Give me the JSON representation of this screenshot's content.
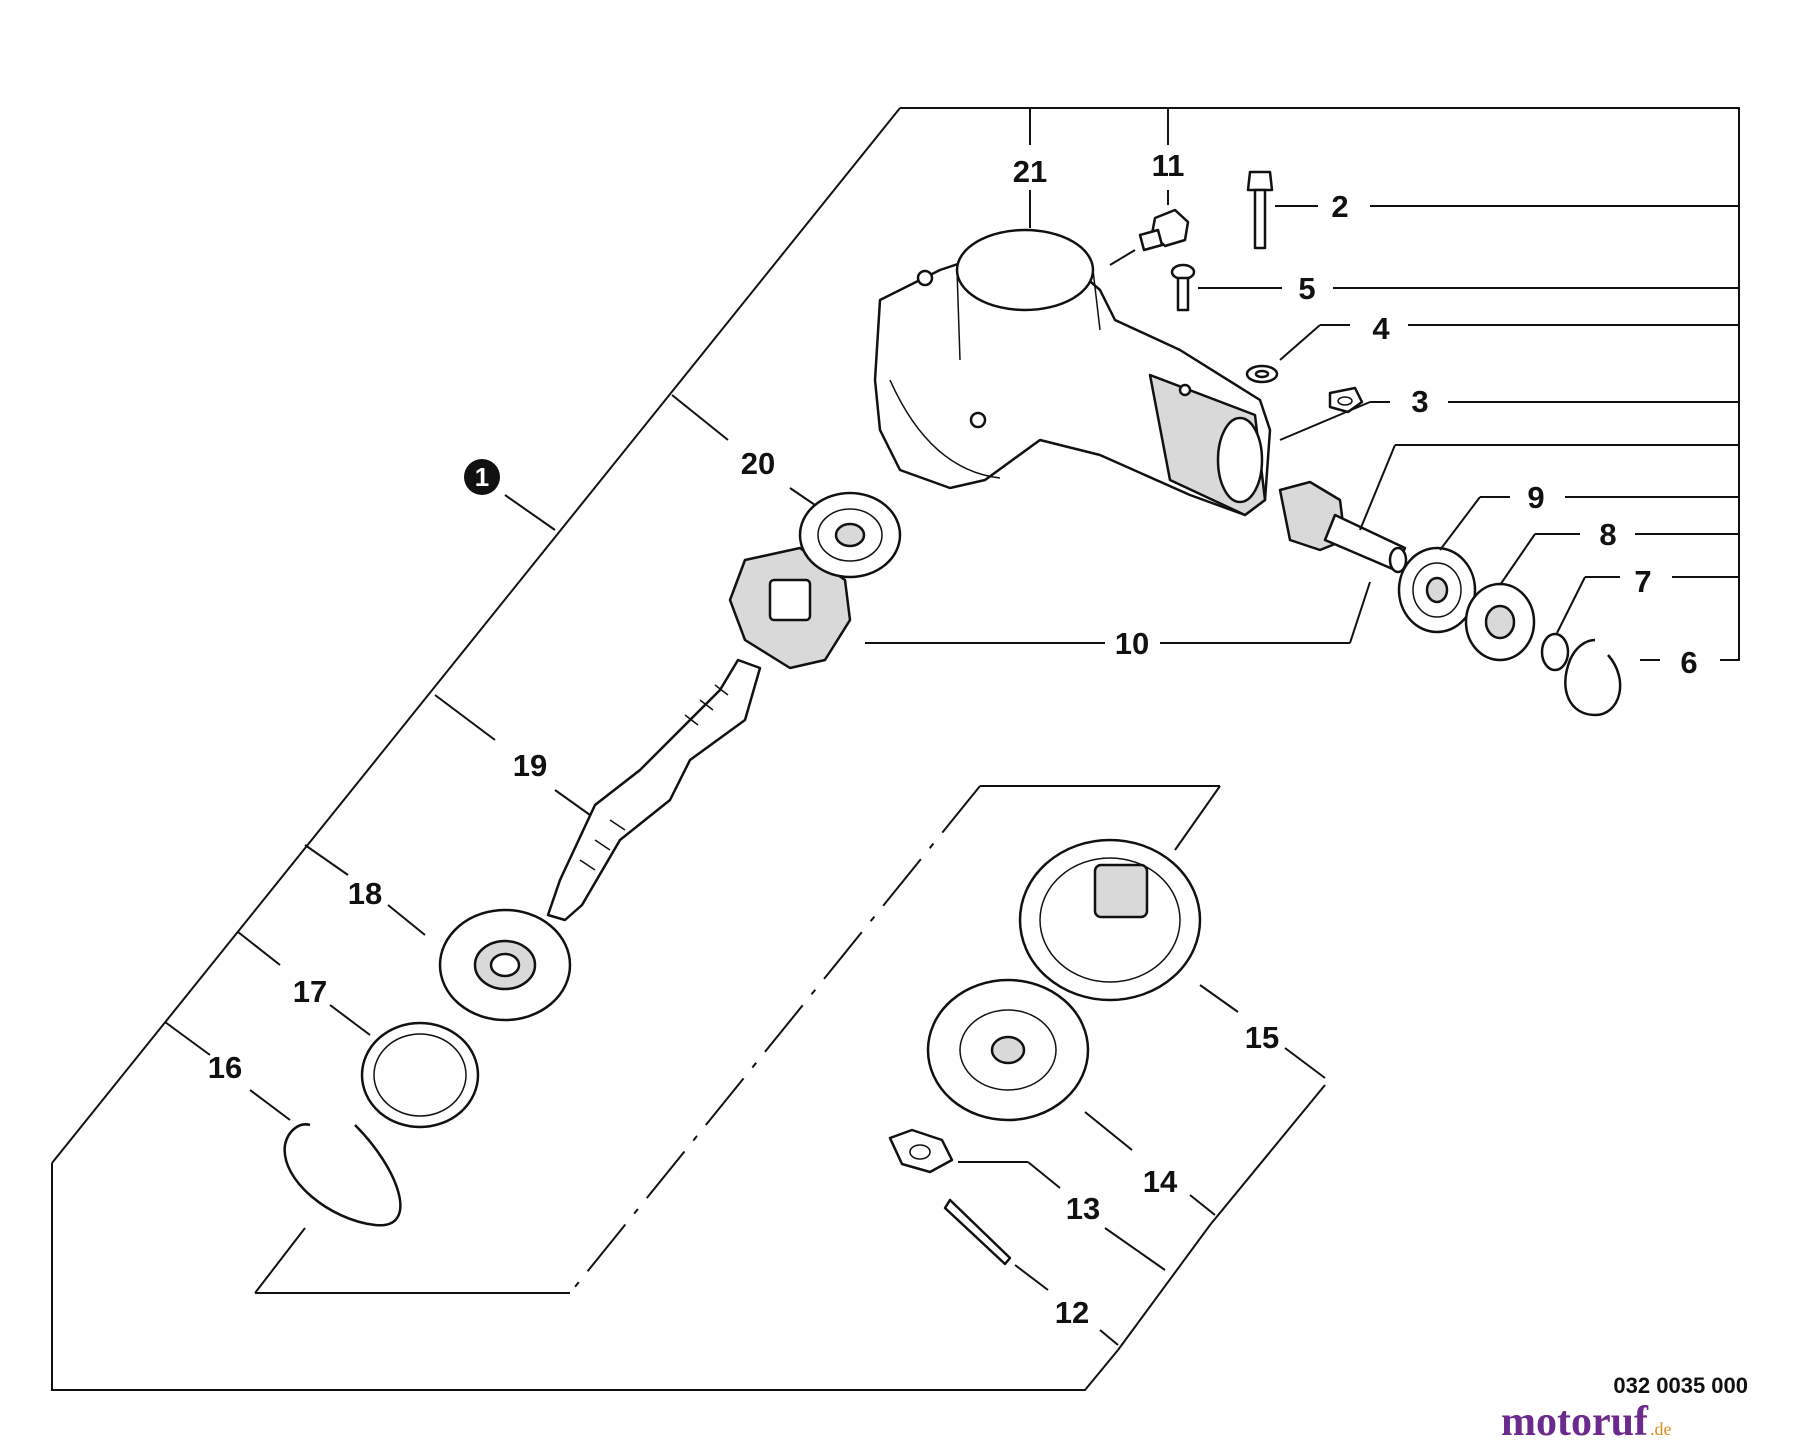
{
  "diagram": {
    "assembly_marker": "1",
    "callouts": [
      "2",
      "3",
      "4",
      "5",
      "6",
      "7",
      "8",
      "9",
      "10",
      "11",
      "12",
      "13",
      "14",
      "15",
      "16",
      "17",
      "18",
      "19",
      "20",
      "21"
    ],
    "document_code": "032 0035 000",
    "watermark": {
      "main": "motoruf",
      "suffix": ".de",
      "main_color": "#6b2a8c",
      "accent_color": "#e08a1e"
    }
  }
}
